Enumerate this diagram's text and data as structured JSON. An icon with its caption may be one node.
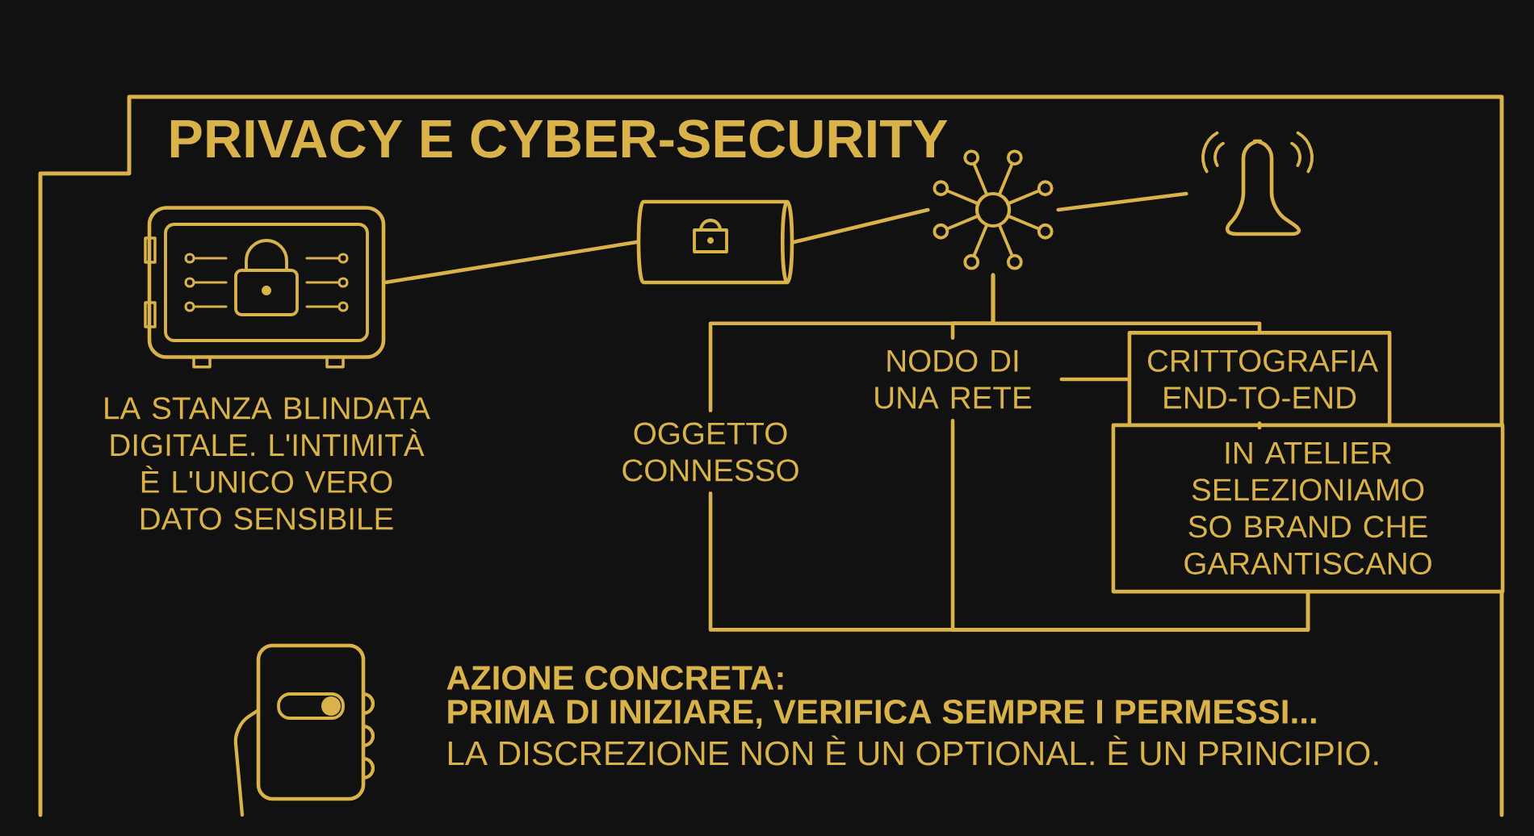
{
  "diagram": {
    "title": "PRIVACY E CYBER-SECURITY",
    "nodes": [
      {
        "text": [],
        "shape": "picture",
        "beside": [
          "LA STANZA BLINDATA DIGITALE. L'INTIMITÀ È L'UNICO VERO DATO SENSIBILE"
        ]
      },
      {
        "text": [],
        "shape": "cylinder"
      },
      {
        "text": [],
        "shape": "picture"
      },
      {
        "text": [],
        "shape": "picture"
      },
      {
        "text": [
          "OGGETTO CONNESSO"
        ]
      },
      {
        "text": [
          "NODO DI UNA RETE"
        ]
      },
      {
        "text": [
          "CRITTOGRAFIA END-TO-END"
        ]
      },
      {
        "text": [
          "IN ATELIER SELEZIONIAMO SO BRAND CHE GARANTISCANO"
        ]
      }
    ],
    "edges": [
      {
        "from": 0,
        "to": 1,
        "arrow": "none"
      },
      {
        "from": 1,
        "to": 2,
        "arrow": "none"
      },
      {
        "from": 2,
        "to": 3,
        "arrow": "none"
      },
      {
        "from": 2,
        "to": 4,
        "arrow": "none"
      },
      {
        "from": 2,
        "to": 5,
        "arrow": "none"
      },
      {
        "from": 2,
        "to": 6,
        "arrow": "none"
      },
      {
        "from": 5,
        "to": 6,
        "arrow": "none"
      },
      {
        "from": 6,
        "to": 7,
        "arrow": "none"
      },
      {
        "from": 4,
        "to": 7,
        "arrow": "none"
      },
      {
        "from": 5,
        "to": 7,
        "arrow": "none"
      }
    ],
    "labels": [
      "AZIONE CONCRETA:",
      "PRIMA DI INIZIARE, VERIFICA SEMPRE I PERMESSI...",
      "LA DISCREZIONE NON È UN OPTIONAL. È UN PRINCIPIO."
    ]
  }
}
